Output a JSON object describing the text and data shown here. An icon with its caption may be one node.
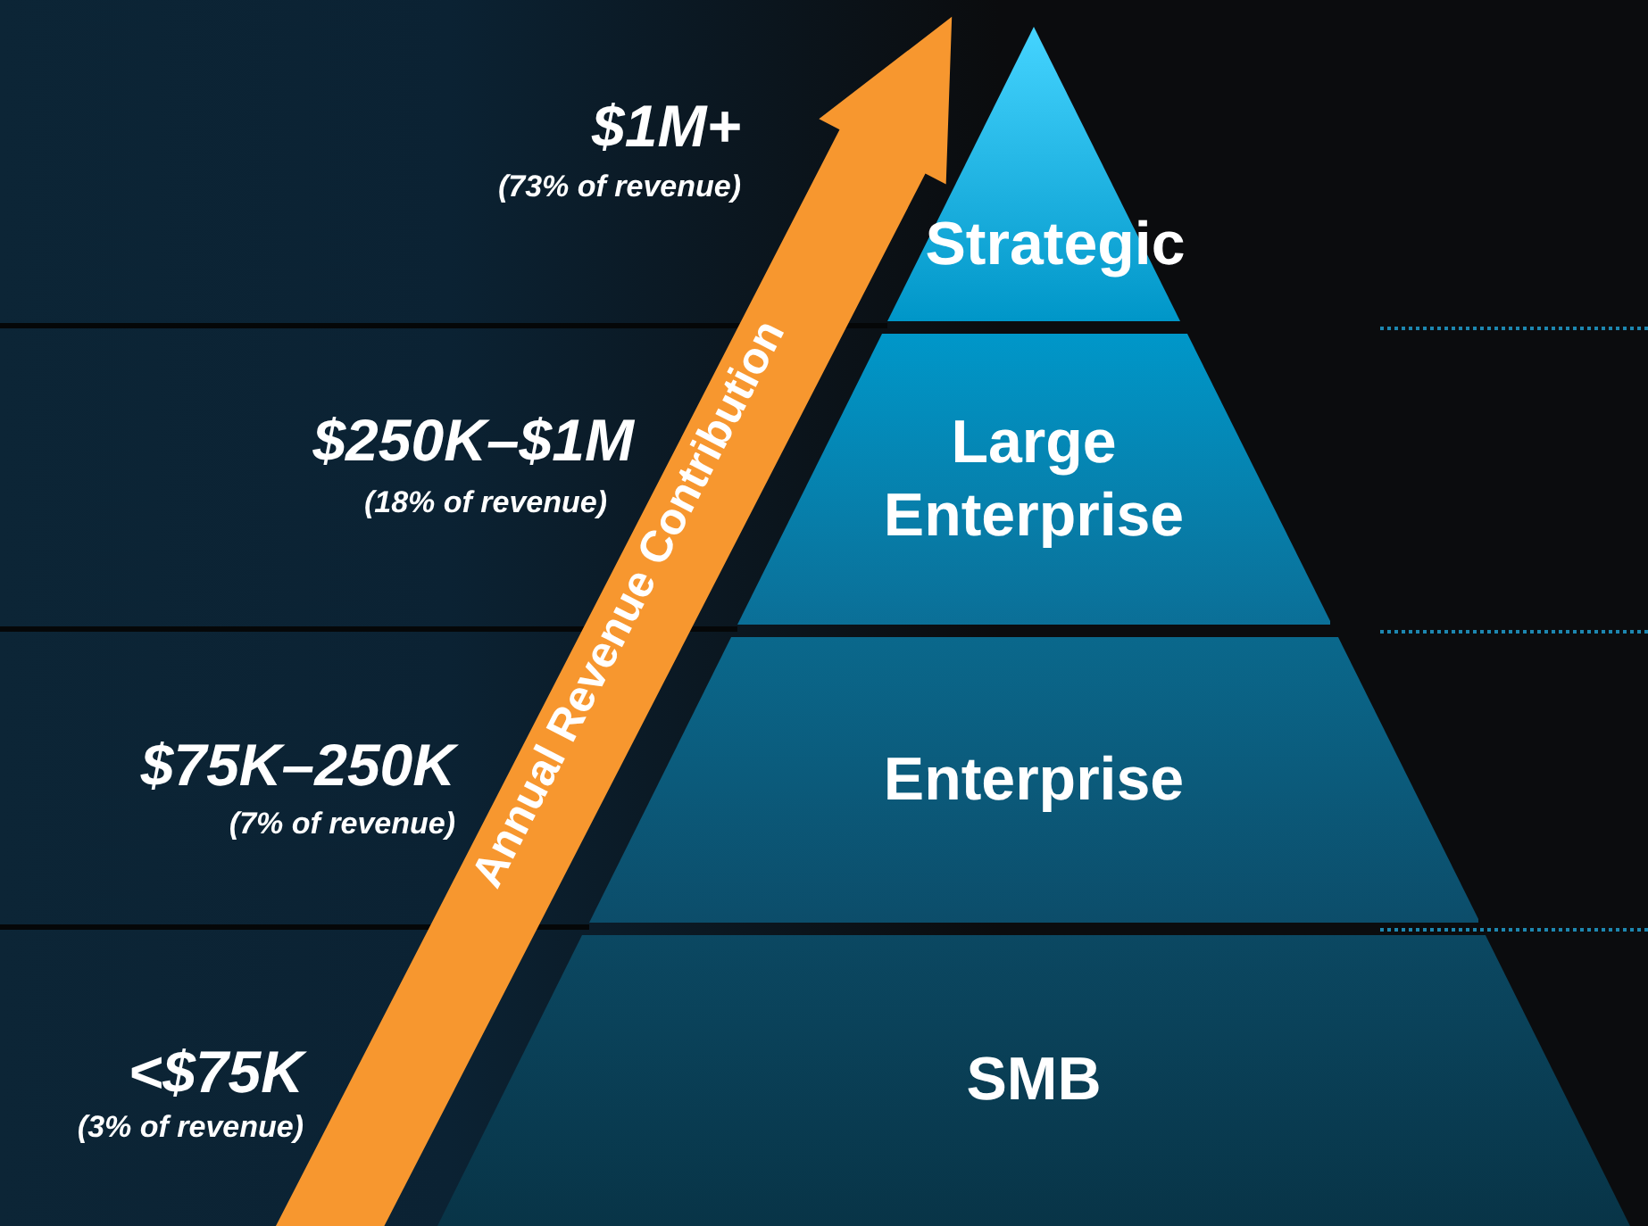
{
  "diagram": {
    "nodes": [
      {
        "text": [
          "Strategic"
        ],
        "beside": [
          "$1M+",
          "(73% of revenue)"
        ]
      },
      {
        "text": [
          "Large Enterprise"
        ],
        "beside": [
          "$250K–$1M",
          "(18% of revenue)"
        ]
      },
      {
        "text": [
          "Enterprise"
        ],
        "beside": [
          "$75K–250K",
          "(7% of revenue)"
        ]
      },
      {
        "text": [
          "SMB"
        ],
        "beside": [
          "<$75K",
          "(3% of revenue)"
        ]
      }
    ],
    "labels": [
      "Annual Revenue Contribution"
    ]
  }
}
